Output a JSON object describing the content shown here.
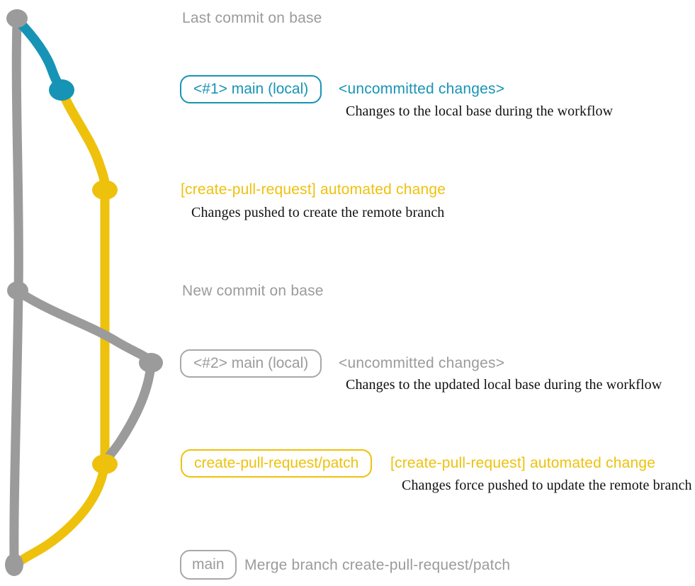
{
  "colors": {
    "teal": "#1794b5",
    "yellow": "#eec10d",
    "gray": "#9b9b9b",
    "dark": "#111111"
  },
  "graph": {
    "description": "git commit graph with base branch (gray), local main changes (teal/gray) and create-pull-request/patch branch (yellow)",
    "commits": [
      {
        "name": "last-commit-on-base",
        "branch": "base",
        "color": "gray"
      },
      {
        "name": "main-local-1",
        "branch": "main-local",
        "color": "teal"
      },
      {
        "name": "automated-change-1",
        "branch": "create-pull-request/patch",
        "color": "yellow"
      },
      {
        "name": "new-commit-on-base",
        "branch": "base",
        "color": "gray"
      },
      {
        "name": "main-local-2",
        "branch": "main-local",
        "color": "gray"
      },
      {
        "name": "automated-change-2",
        "branch": "create-pull-request/patch",
        "color": "yellow"
      },
      {
        "name": "merge-commit",
        "branch": "base",
        "color": "gray"
      }
    ]
  },
  "rows": [
    {
      "label": "Last commit on base"
    },
    {
      "badge": "<#1> main (local)",
      "title": "<uncommitted changes>",
      "desc": "Changes to the local base during the workflow"
    },
    {
      "title": "[create-pull-request] automated change",
      "desc": "Changes pushed to create the remote branch"
    },
    {
      "label": "New commit on base"
    },
    {
      "badge": "<#2> main (local)",
      "title": "<uncommitted changes>",
      "desc": "Changes to the updated local base during the workflow"
    },
    {
      "badge": "create-pull-request/patch",
      "title": "[create-pull-request] automated change",
      "desc": "Changes force pushed to update the remote branch"
    },
    {
      "badge": "main",
      "title": "Merge branch create-pull-request/patch"
    }
  ]
}
